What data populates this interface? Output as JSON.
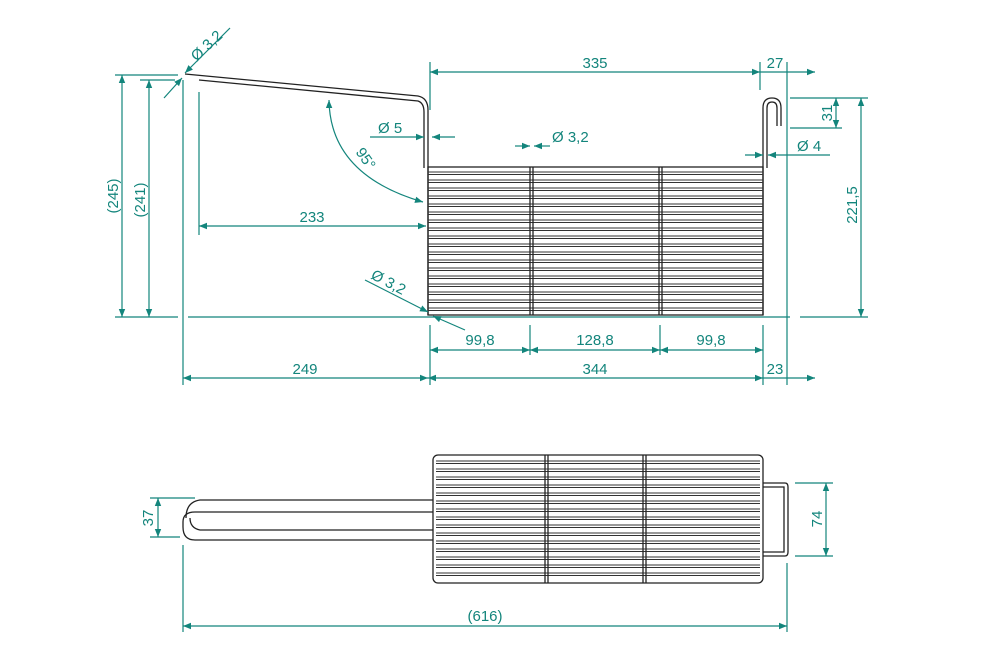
{
  "drawing": {
    "side_view": {
      "dia_handle_tip": "Ø 3,2",
      "length_basket_top": "335",
      "offset_hook": "27",
      "hook_height": "31",
      "dia_hook": "Ø 4",
      "dia_frame": "Ø 5",
      "dia_wire": "Ø 3,2",
      "angle": "95°",
      "overall_height_outer": "(245)",
      "overall_height_inner": "(241)",
      "height_hook_to_base": "221,5",
      "handle_reach": "233",
      "dia_base_wire": "Ø 3,2",
      "section_left": "99,8",
      "section_mid": "128,8",
      "section_right": "99,8",
      "handle_length": "249",
      "basket_length": "344",
      "hook_offset_base": "23"
    },
    "top_view": {
      "handle_width": "37",
      "hook_width": "74",
      "overall_length": "(616)"
    },
    "color_dimension": "#13857c"
  }
}
